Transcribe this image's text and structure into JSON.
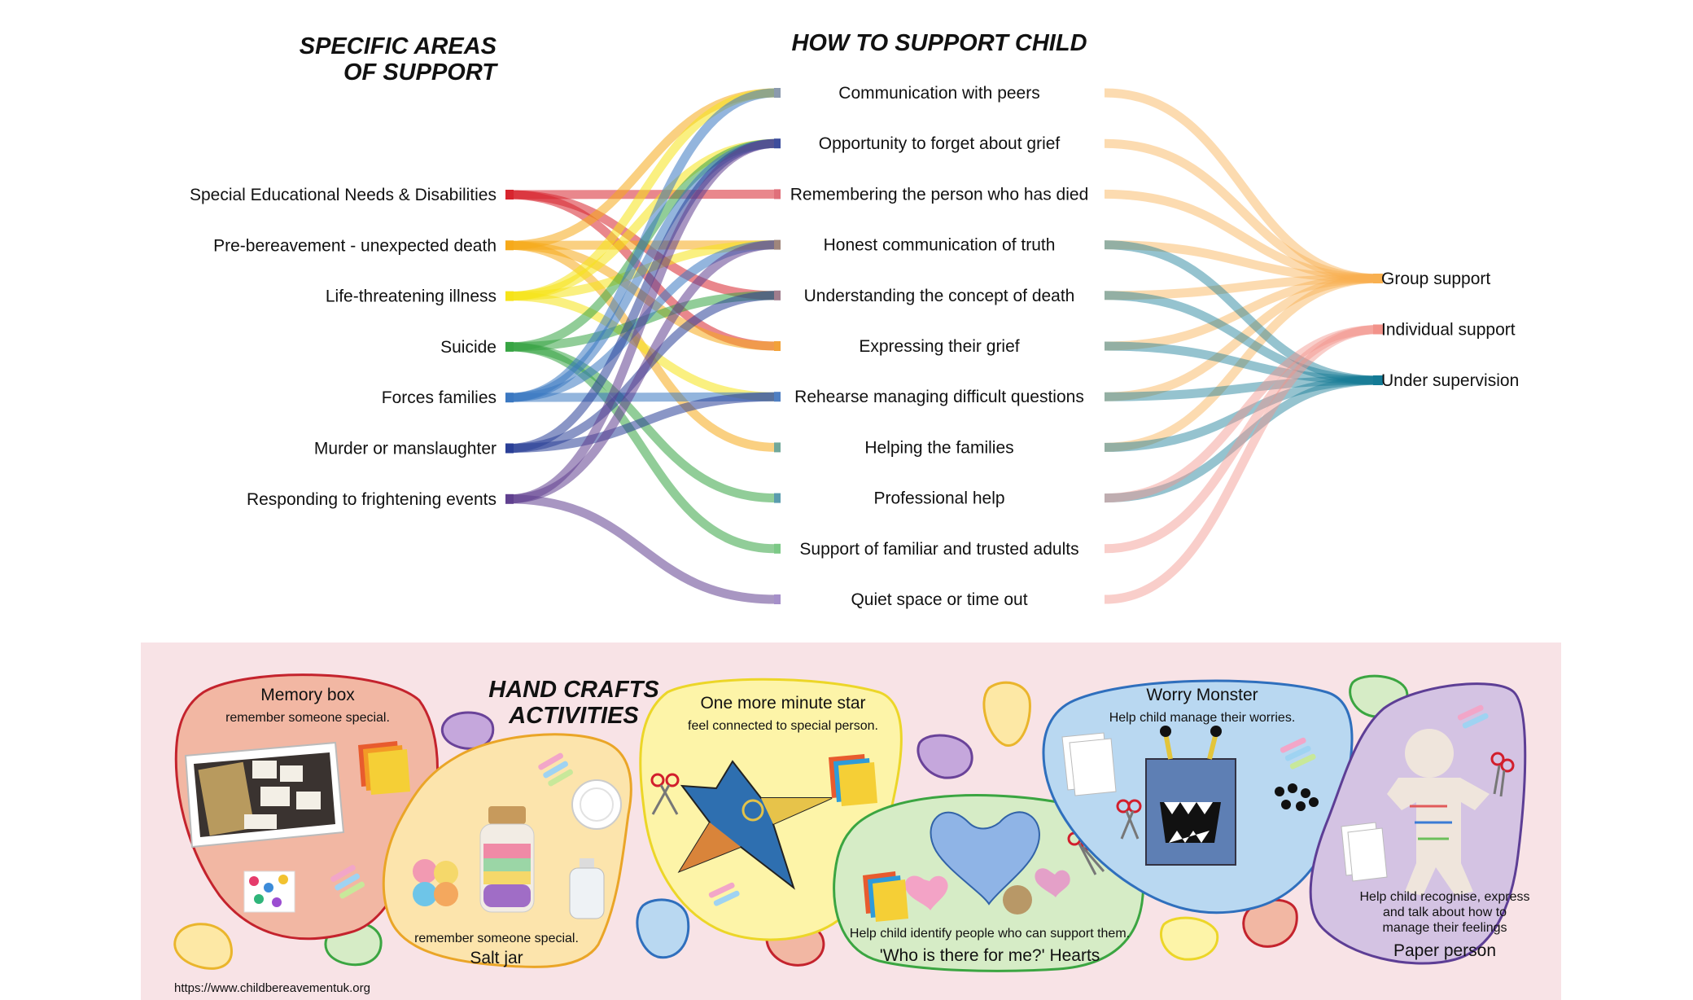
{
  "titles": {
    "left": [
      "SPECIFIC AREAS",
      "OF SUPPORT"
    ],
    "middle": "HOW TO SUPPORT CHILD",
    "crafts": [
      "HAND CRAFTS",
      "ACTIVITIES"
    ]
  },
  "areas": [
    {
      "label": "Special Educational Needs & Disabilities",
      "color": "#d7252e"
    },
    {
      "label": "Pre-bereavement - unexpected death",
      "color": "#f6a91a"
    },
    {
      "label": "Life-threatening illness",
      "color": "#f6e318"
    },
    {
      "label": "Suicide",
      "color": "#37a443"
    },
    {
      "label": "Forces families",
      "color": "#3b78c1"
    },
    {
      "label": "Murder or manslaughter",
      "color": "#2a3f97"
    },
    {
      "label": "Responding to frightening events",
      "color": "#60408f"
    }
  ],
  "methods": [
    {
      "label": "Communication with peers",
      "color": "#8b9aae"
    },
    {
      "label": "Opportunity to forget about grief",
      "color": "#3d4d9c"
    },
    {
      "label": "Remembering the person who has died",
      "color": "#e0707a"
    },
    {
      "label": "Honest communication of truth",
      "color": "#a0867c"
    },
    {
      "label": "Understanding the concept of death",
      "color": "#a07d8d"
    },
    {
      "label": "Expressing their grief",
      "color": "#f2a23a"
    },
    {
      "label": "Rehearse managing difficult questions",
      "color": "#4f7fc2"
    },
    {
      "label": "Helping the families",
      "color": "#72a89a"
    },
    {
      "label": "Professional help",
      "color": "#5a9cae"
    },
    {
      "label": "Support of familiar and trusted adults",
      "color": "#7cc986"
    },
    {
      "label": "Quiet space or time out",
      "color": "#a58fc9"
    }
  ],
  "outcomes": [
    {
      "label": "Group support",
      "color": "#f8b050"
    },
    {
      "label": "Individual support",
      "color": "#f2928a"
    },
    {
      "label": "Under supervision",
      "color": "#137a95"
    }
  ],
  "area_links": [
    [
      0,
      2
    ],
    [
      0,
      4
    ],
    [
      0,
      5
    ],
    [
      1,
      3
    ],
    [
      1,
      0
    ],
    [
      1,
      7
    ],
    [
      1,
      5
    ],
    [
      2,
      0
    ],
    [
      2,
      1
    ],
    [
      2,
      3
    ],
    [
      2,
      6
    ],
    [
      3,
      1
    ],
    [
      3,
      8
    ],
    [
      3,
      9
    ],
    [
      3,
      4
    ],
    [
      4,
      0
    ],
    [
      4,
      1
    ],
    [
      4,
      6
    ],
    [
      4,
      3
    ],
    [
      5,
      1
    ],
    [
      5,
      4
    ],
    [
      5,
      6
    ],
    [
      6,
      3
    ],
    [
      6,
      1
    ],
    [
      6,
      10
    ]
  ],
  "method_links": [
    [
      0,
      0
    ],
    [
      1,
      0
    ],
    [
      2,
      0
    ],
    [
      3,
      0
    ],
    [
      4,
      0
    ],
    [
      5,
      0
    ],
    [
      6,
      0
    ],
    [
      7,
      0
    ],
    [
      3,
      2
    ],
    [
      4,
      2
    ],
    [
      5,
      2
    ],
    [
      6,
      2
    ],
    [
      7,
      2
    ],
    [
      8,
      2
    ],
    [
      8,
      1
    ],
    [
      9,
      1
    ],
    [
      10,
      1
    ]
  ],
  "crafts": [
    {
      "title": "Memory box",
      "desc": "remember someone special.",
      "fill": "#f2b7a3",
      "stroke": "#c4232d"
    },
    {
      "title": "Salt jar",
      "desc": "remember someone special.",
      "fill": "#fce4ac",
      "stroke": "#eaa527"
    },
    {
      "title": "One more minute star",
      "desc": "feel connected to special person.",
      "fill": "#fdf4a8",
      "stroke": "#ecd628"
    },
    {
      "title": "'Who is there for me?' Hearts",
      "desc": "Help child identify people who can support them.",
      "fill": "#d6ecc6",
      "stroke": "#3ba541"
    },
    {
      "title": "Worry Monster",
      "desc": "Help child manage their worries.",
      "fill": "#b9d8f1",
      "stroke": "#2f6fbd"
    },
    {
      "title": "Paper person",
      "desc_lines": [
        "Help child recognise, express",
        "and talk about how to",
        "manage their feelings"
      ],
      "fill": "#d4c3e3",
      "stroke": "#5d3e95"
    }
  ],
  "source_url": "https://www.childbereavementuk.org"
}
